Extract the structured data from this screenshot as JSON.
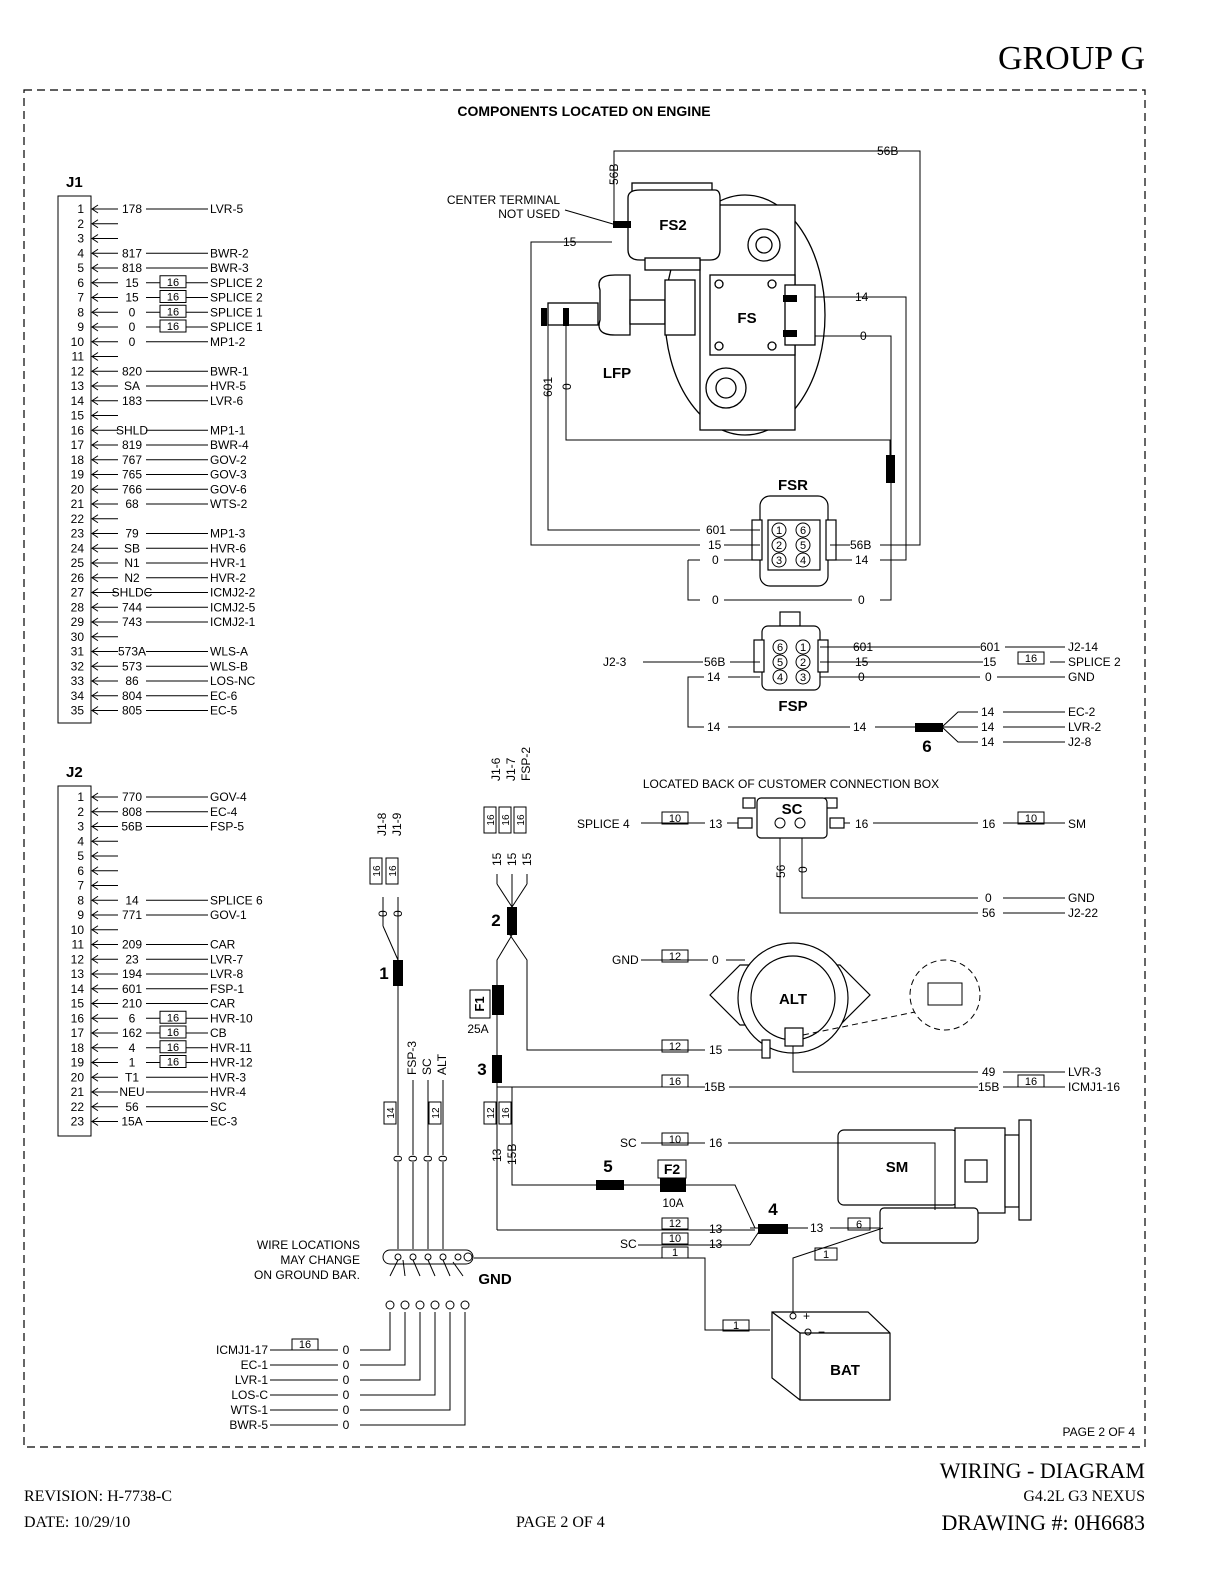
{
  "header": {
    "group": "GROUP G"
  },
  "section_title": "COMPONENTS LOCATED ON ENGINE",
  "footer": {
    "title": "WIRING - DIAGRAM",
    "model": "G4.2L G3 NEXUS",
    "drawing": "DRAWING #: 0H6683",
    "revision": "REVISION: H-7738-C",
    "date": "DATE: 10/29/10",
    "page_center": "PAGE 2 OF 4",
    "page_inner": "PAGE 2 OF 4"
  },
  "j1": {
    "title": "J1",
    "rows": [
      {
        "pin": "1",
        "wire": "178",
        "gauge": "",
        "dest": "LVR-5"
      },
      {
        "pin": "2",
        "wire": "",
        "gauge": "",
        "dest": ""
      },
      {
        "pin": "3",
        "wire": "",
        "gauge": "",
        "dest": ""
      },
      {
        "pin": "4",
        "wire": "817",
        "gauge": "",
        "dest": "BWR-2"
      },
      {
        "pin": "5",
        "wire": "818",
        "gauge": "",
        "dest": "BWR-3"
      },
      {
        "pin": "6",
        "wire": "15",
        "gauge": "16",
        "dest": "SPLICE 2"
      },
      {
        "pin": "7",
        "wire": "15",
        "gauge": "16",
        "dest": "SPLICE 2"
      },
      {
        "pin": "8",
        "wire": "0",
        "gauge": "16",
        "dest": "SPLICE 1"
      },
      {
        "pin": "9",
        "wire": "0",
        "gauge": "16",
        "dest": "SPLICE 1"
      },
      {
        "pin": "10",
        "wire": "0",
        "gauge": "",
        "dest": "MP1-2"
      },
      {
        "pin": "11",
        "wire": "",
        "gauge": "",
        "dest": ""
      },
      {
        "pin": "12",
        "wire": "820",
        "gauge": "",
        "dest": "BWR-1"
      },
      {
        "pin": "13",
        "wire": "SA",
        "gauge": "",
        "dest": "HVR-5"
      },
      {
        "pin": "14",
        "wire": "183",
        "gauge": "",
        "dest": "LVR-6"
      },
      {
        "pin": "15",
        "wire": "",
        "gauge": "",
        "dest": ""
      },
      {
        "pin": "16",
        "wire": "SHLD",
        "gauge": "",
        "dest": "MP1-1"
      },
      {
        "pin": "17",
        "wire": "819",
        "gauge": "",
        "dest": "BWR-4"
      },
      {
        "pin": "18",
        "wire": "767",
        "gauge": "",
        "dest": "GOV-2"
      },
      {
        "pin": "19",
        "wire": "765",
        "gauge": "",
        "dest": "GOV-3"
      },
      {
        "pin": "20",
        "wire": "766",
        "gauge": "",
        "dest": "GOV-6"
      },
      {
        "pin": "21",
        "wire": "68",
        "gauge": "",
        "dest": "WTS-2"
      },
      {
        "pin": "22",
        "wire": "",
        "gauge": "",
        "dest": ""
      },
      {
        "pin": "23",
        "wire": "79",
        "gauge": "",
        "dest": "MP1-3"
      },
      {
        "pin": "24",
        "wire": "SB",
        "gauge": "",
        "dest": "HVR-6"
      },
      {
        "pin": "25",
        "wire": "N1",
        "gauge": "",
        "dest": "HVR-1"
      },
      {
        "pin": "26",
        "wire": "N2",
        "gauge": "",
        "dest": "HVR-2"
      },
      {
        "pin": "27",
        "wire": "SHLDC",
        "gauge": "",
        "dest": "ICMJ2-2"
      },
      {
        "pin": "28",
        "wire": "744",
        "gauge": "",
        "dest": "ICMJ2-5"
      },
      {
        "pin": "29",
        "wire": "743",
        "gauge": "",
        "dest": "ICMJ2-1"
      },
      {
        "pin": "30",
        "wire": "",
        "gauge": "",
        "dest": ""
      },
      {
        "pin": "31",
        "wire": "573A",
        "gauge": "",
        "dest": "WLS-A"
      },
      {
        "pin": "32",
        "wire": "573",
        "gauge": "",
        "dest": "WLS-B"
      },
      {
        "pin": "33",
        "wire": "86",
        "gauge": "",
        "dest": "LOS-NC"
      },
      {
        "pin": "34",
        "wire": "804",
        "gauge": "",
        "dest": "EC-6"
      },
      {
        "pin": "35",
        "wire": "805",
        "gauge": "",
        "dest": "EC-5"
      }
    ]
  },
  "j2": {
    "title": "J2",
    "rows": [
      {
        "pin": "1",
        "wire": "770",
        "gauge": "",
        "dest": "GOV-4"
      },
      {
        "pin": "2",
        "wire": "808",
        "gauge": "",
        "dest": "EC-4"
      },
      {
        "pin": "3",
        "wire": "56B",
        "gauge": "",
        "dest": "FSP-5"
      },
      {
        "pin": "4",
        "wire": "",
        "gauge": "",
        "dest": ""
      },
      {
        "pin": "5",
        "wire": "",
        "gauge": "",
        "dest": ""
      },
      {
        "pin": "6",
        "wire": "",
        "gauge": "",
        "dest": ""
      },
      {
        "pin": "7",
        "wire": "",
        "gauge": "",
        "dest": ""
      },
      {
        "pin": "8",
        "wire": "14",
        "gauge": "",
        "dest": "SPLICE 6"
      },
      {
        "pin": "9",
        "wire": "771",
        "gauge": "",
        "dest": "GOV-1"
      },
      {
        "pin": "10",
        "wire": "",
        "gauge": "",
        "dest": ""
      },
      {
        "pin": "11",
        "wire": "209",
        "gauge": "",
        "dest": "CAR"
      },
      {
        "pin": "12",
        "wire": "23",
        "gauge": "",
        "dest": "LVR-7"
      },
      {
        "pin": "13",
        "wire": "194",
        "gauge": "",
        "dest": "LVR-8"
      },
      {
        "pin": "14",
        "wire": "601",
        "gauge": "",
        "dest": "FSP-1"
      },
      {
        "pin": "15",
        "wire": "210",
        "gauge": "",
        "dest": "CAR"
      },
      {
        "pin": "16",
        "wire": "6",
        "gauge": "16",
        "dest": "HVR-10"
      },
      {
        "pin": "17",
        "wire": "162",
        "gauge": "16",
        "dest": "CB"
      },
      {
        "pin": "18",
        "wire": "4",
        "gauge": "16",
        "dest": "HVR-11"
      },
      {
        "pin": "19",
        "wire": "1",
        "gauge": "16",
        "dest": "HVR-12"
      },
      {
        "pin": "20",
        "wire": "T1",
        "gauge": "",
        "dest": "HVR-3"
      },
      {
        "pin": "21",
        "wire": "NEU",
        "gauge": "",
        "dest": "HVR-4"
      },
      {
        "pin": "22",
        "wire": "56",
        "gauge": "",
        "dest": "SC"
      },
      {
        "pin": "23",
        "wire": "15A",
        "gauge": "",
        "dest": "EC-3"
      }
    ]
  },
  "components": {
    "fs2": "FS2",
    "fs": "FS",
    "lfp": "LFP",
    "fsr": "FSR",
    "fsp": "FSP",
    "sc": "SC",
    "alt": "ALT",
    "sm": "SM",
    "bat": "BAT",
    "gnd": "GND",
    "f1": "F1",
    "f1_rating": "25A",
    "f2": "F2",
    "f2_rating": "10A"
  },
  "notes": {
    "center_terminal_1": "CENTER TERMINAL",
    "center_terminal_2": "NOT USED",
    "sc_location": "LOCATED BACK OF CUSTOMER CONNECTION BOX",
    "ground_1": "WIRE LOCATIONS",
    "ground_2": "MAY CHANGE",
    "ground_3": "ON GROUND BAR."
  },
  "splices": {
    "s1": "1",
    "s2": "2",
    "s3": "3",
    "s4": "4",
    "s5": "5",
    "s6": "6"
  },
  "ground_wires": [
    {
      "dest": "ICMJ1-17",
      "gauge": "16",
      "wire": "0"
    },
    {
      "dest": "EC-1",
      "gauge": "",
      "wire": "0"
    },
    {
      "dest": "LVR-1",
      "gauge": "",
      "wire": "0"
    },
    {
      "dest": "LOS-C",
      "gauge": "",
      "wire": "0"
    },
    {
      "dest": "WTS-1",
      "gauge": "",
      "wire": "0"
    },
    {
      "dest": "BWR-5",
      "gauge": "",
      "wire": "0"
    }
  ],
  "labels": {
    "w56B": "56B",
    "w15": "15",
    "w14": "14",
    "w0": "0",
    "w601": "601",
    "w13": "13",
    "w16": "16",
    "w56": "56",
    "w49": "49",
    "w15B": "15B",
    "w12": "12",
    "w10": "10",
    "w6": "6",
    "w1": "1",
    "j2_14": "J2-14",
    "splice2": "SPLICE 2",
    "gnd": "GND",
    "j2_3": "J2-3",
    "ec2": "EC-2",
    "lvr2": "LVR-2",
    "j2_8": "J2-8",
    "splice4": "SPLICE 4",
    "sm": "SM",
    "j2_22": "J2-22",
    "lvr3": "LVR-3",
    "icmj1_16": "ICMJ1-16",
    "sc": "SC",
    "j1_8": "J1-8",
    "j1_9": "J1-9",
    "j1_6": "J1-6",
    "j1_7": "J1-7",
    "fsp2": "FSP-2",
    "fsp3": "FSP-3",
    "alt_lbl": "ALT",
    "plus": "+",
    "minus": "−"
  }
}
